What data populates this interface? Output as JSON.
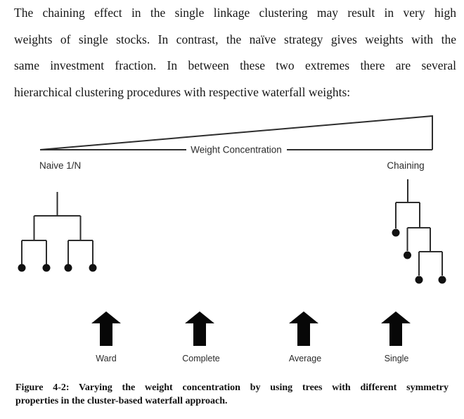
{
  "paragraph": {
    "lines": [
      "The chaining effect in the single linkage clustering may result in very high",
      "weights of single stocks. In contrast, the naïve strategy gives weights with the",
      "same investment fraction. In between these two extremes there are several",
      "hierarchical clustering procedures with respective waterfall weights:"
    ]
  },
  "figure": {
    "axis_label": "Weight Concentration",
    "left_end_label": "Naive 1/N",
    "right_end_label": "Chaining",
    "methods": [
      {
        "label": "Ward"
      },
      {
        "label": "Complete"
      },
      {
        "label": "Average"
      },
      {
        "label": "Single"
      }
    ],
    "left_tree_type": "balanced dendrogram, 4 leaves",
    "right_tree_type": "chained dendrogram, 4 leaves",
    "colors": {
      "line": "#2e2e2e",
      "arrow": "#070707",
      "dot": "#111111"
    }
  },
  "caption": {
    "lines": [
      "Figure 4-2: Varying the weight concentration by using trees with different symmetry",
      "properties in the cluster-based waterfall approach."
    ]
  }
}
